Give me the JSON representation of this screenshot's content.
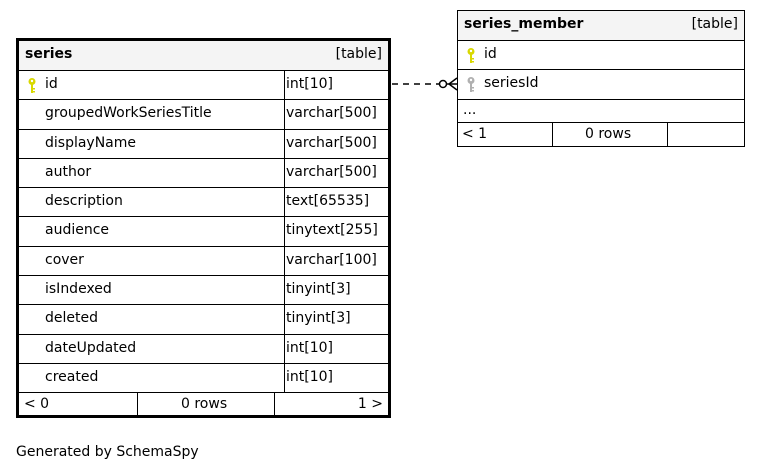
{
  "series": {
    "name": "series",
    "type_label": "[table]",
    "columns": [
      {
        "name": "id",
        "type": "int[10]",
        "key": "primary"
      },
      {
        "name": "groupedWorkSeriesTitle",
        "type": "varchar[500]",
        "key": ""
      },
      {
        "name": "displayName",
        "type": "varchar[500]",
        "key": ""
      },
      {
        "name": "author",
        "type": "varchar[500]",
        "key": ""
      },
      {
        "name": "description",
        "type": "text[65535]",
        "key": ""
      },
      {
        "name": "audience",
        "type": "tinytext[255]",
        "key": ""
      },
      {
        "name": "cover",
        "type": "varchar[100]",
        "key": ""
      },
      {
        "name": "isIndexed",
        "type": "tinyint[3]",
        "key": ""
      },
      {
        "name": "deleted",
        "type": "tinyint[3]",
        "key": ""
      },
      {
        "name": "dateUpdated",
        "type": "int[10]",
        "key": ""
      },
      {
        "name": "created",
        "type": "int[10]",
        "key": ""
      }
    ],
    "footer": {
      "parents": "< 0",
      "rows": "0 rows",
      "children": "1 >"
    }
  },
  "series_member": {
    "name": "series_member",
    "type_label": "[table]",
    "columns": [
      {
        "name": "id",
        "type": "",
        "key": "primary"
      },
      {
        "name": "seriesId",
        "type": "",
        "key": "foreign"
      }
    ],
    "ellipsis": "...",
    "footer": {
      "parents": "< 1",
      "rows": "0 rows",
      "children": ""
    }
  },
  "colors": {
    "primary_key": "#d8d800",
    "foreign_key": "#b0b0b0",
    "header_bg": "#f4f4f4"
  },
  "credit": "Generated by SchemaSpy"
}
